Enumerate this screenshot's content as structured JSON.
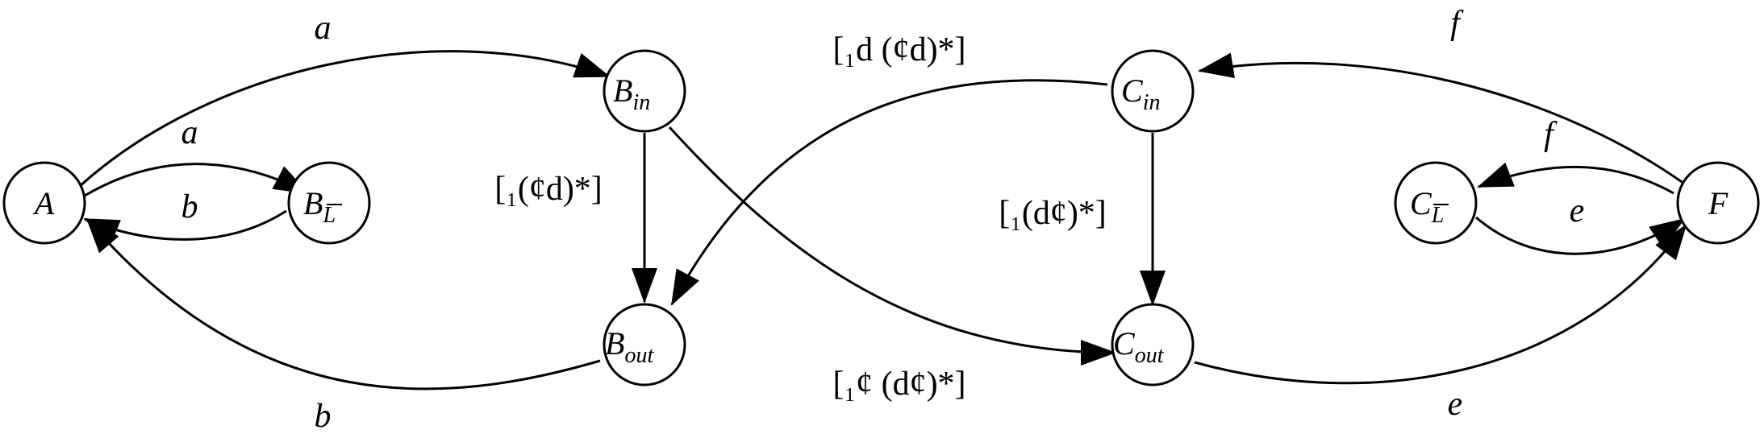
{
  "nodes": {
    "A": {
      "main": "A",
      "sub": ""
    },
    "B_L": {
      "main": "B",
      "sub": "L"
    },
    "B_in": {
      "main": "B",
      "sub": "in"
    },
    "B_out": {
      "main": "B",
      "sub": "out"
    },
    "C_in": {
      "main": "C",
      "sub": "in"
    },
    "C_out": {
      "main": "C",
      "sub": "out"
    },
    "C_L": {
      "main": "C",
      "sub": "L"
    },
    "F": {
      "main": "F",
      "sub": ""
    }
  },
  "edges": {
    "a_top": "a",
    "a_inner": "a",
    "b_inner": "b",
    "b_bottom": "b",
    "f_top": "f",
    "f_inner": "f",
    "e_inner": "e",
    "e_bottom": "e"
  },
  "regex": {
    "bin_bout": "[₁(¢d)*]",
    "cin_bout": "[₁d (¢d)*]",
    "cin_cout": "[₁(d¢)*]",
    "bin_cout": "[₁¢ (d¢)*]"
  }
}
